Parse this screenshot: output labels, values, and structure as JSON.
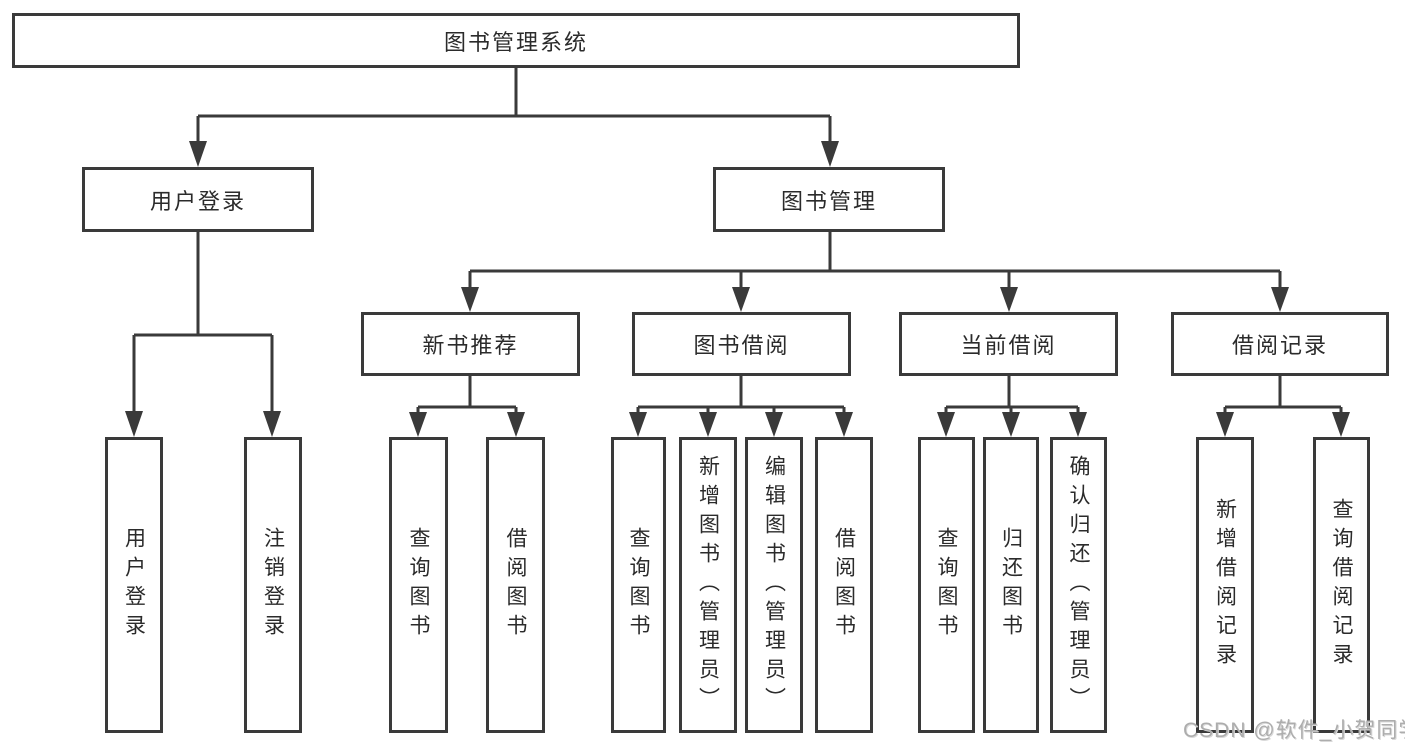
{
  "diagram": {
    "title": "图书管理系统",
    "level2": [
      {
        "label": "用户登录"
      },
      {
        "label": "图书管理"
      }
    ],
    "level3": [
      {
        "label": "新书推荐",
        "parent": "图书管理"
      },
      {
        "label": "图书借阅",
        "parent": "图书管理"
      },
      {
        "label": "当前借阅",
        "parent": "图书管理"
      },
      {
        "label": "借阅记录",
        "parent": "图书管理"
      }
    ],
    "level4": [
      {
        "label": "用户登录",
        "parent": "用户登录"
      },
      {
        "label": "注销登录",
        "parent": "用户登录"
      },
      {
        "label": "查询图书",
        "parent": "新书推荐"
      },
      {
        "label": "借阅图书",
        "parent": "新书推荐"
      },
      {
        "label": "查询图书",
        "parent": "图书借阅"
      },
      {
        "label": "新增图书（管理员）",
        "parent": "图书借阅"
      },
      {
        "label": "编辑图书（管理员）",
        "parent": "图书借阅"
      },
      {
        "label": "借阅图书",
        "parent": "图书借阅"
      },
      {
        "label": "查询图书",
        "parent": "当前借阅"
      },
      {
        "label": "归还图书",
        "parent": "当前借阅"
      },
      {
        "label": "确认归还（管理员）",
        "parent": "当前借阅"
      },
      {
        "label": "新增借阅记录",
        "parent": "借阅记录"
      },
      {
        "label": "查询借阅记录",
        "parent": "借阅记录"
      }
    ],
    "colors": {
      "line": "#3a3a3a",
      "text": "#2b2b2b",
      "box_fill": "#ffffff",
      "background": "#ffffff",
      "watermark": "#adadad"
    }
  },
  "watermark": {
    "text": "CSDN @软件_小贺同学"
  }
}
